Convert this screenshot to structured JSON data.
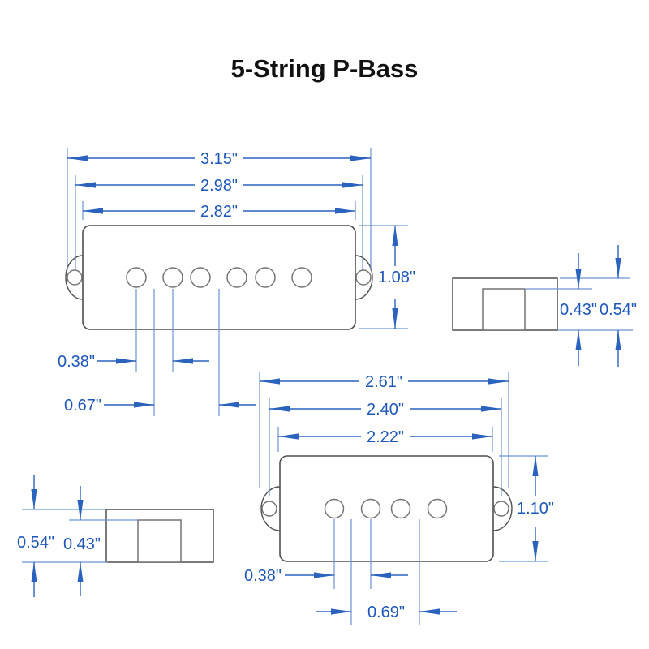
{
  "title": "5-String P-Bass",
  "colors": {
    "dimension_text_blue": "#1d58b8",
    "arrow_blue": "#2a62bd",
    "extension_line_blue": "#6b93d6",
    "outline_gray": "#4f4f4f",
    "hole_gray": "#757575"
  },
  "pickup_large": {
    "overall_width": "3.15\"",
    "screw_hole_spacing": "2.98\"",
    "body_width": "2.82\"",
    "body_height": "1.08\"",
    "pole_pair_gap": "0.38\"",
    "string_spacing": "0.67\""
  },
  "side_view_large": {
    "body_depth": "0.43\"",
    "overall_depth": "0.54\""
  },
  "pickup_small": {
    "overall_width": "2.61\"",
    "screw_hole_spacing": "2.40\"",
    "body_width": "2.22\"",
    "body_height": "1.10\"",
    "pole_pair_gap": "0.38\"",
    "string_spacing": "0.69\""
  },
  "side_view_small": {
    "overall_depth": "0.54\"",
    "body_depth": "0.43\""
  }
}
